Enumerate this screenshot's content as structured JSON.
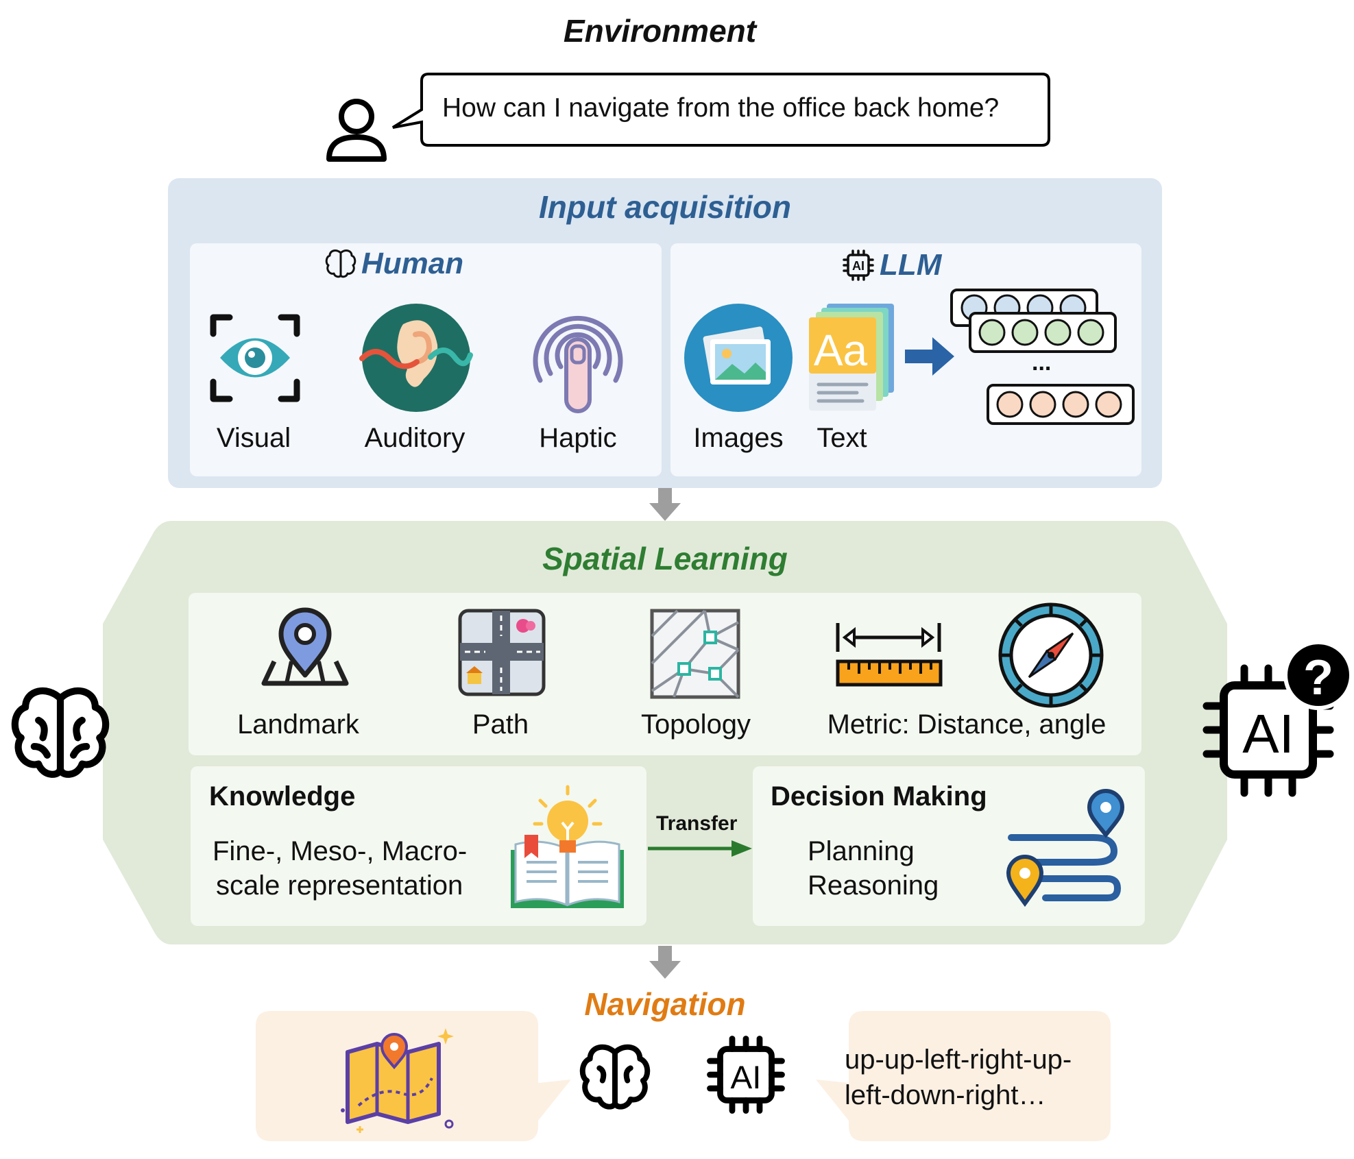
{
  "environment": {
    "title": "Environment",
    "question": "How can I navigate from the office back home?"
  },
  "input": {
    "title": "Input acquisition",
    "human": {
      "title": "Human",
      "items": [
        "Visual",
        "Auditory",
        "Haptic"
      ]
    },
    "llm": {
      "title": "LLM",
      "items": [
        "Images",
        "Text"
      ],
      "ellipsis": "..."
    }
  },
  "spatial": {
    "title": "Spatial Learning",
    "items": [
      "Landmark",
      "Path",
      "Topology",
      "Metric: Distance, angle"
    ],
    "knowledge": {
      "title": "Knowledge",
      "line1": "Fine-, Meso-, Macro-",
      "line2": "scale representation"
    },
    "transfer": "Transfer",
    "decision": {
      "title": "Decision Making",
      "line1": "Planning",
      "line2": "Reasoning"
    }
  },
  "navigation": {
    "title": "Navigation",
    "line1": "up-up-left-right-up-",
    "line2": "left-down-right…",
    "ai_glyph": "AI"
  },
  "colors": {
    "input_bg": "#dbe6f1",
    "spatial_bg": "#e1ead9",
    "nav_bg": "#fcf0e3",
    "blue_title": "#2e5f93",
    "green_title": "#2e7d32",
    "orange_title": "#e07b13",
    "arrow_gray": "#9e9e9e"
  }
}
